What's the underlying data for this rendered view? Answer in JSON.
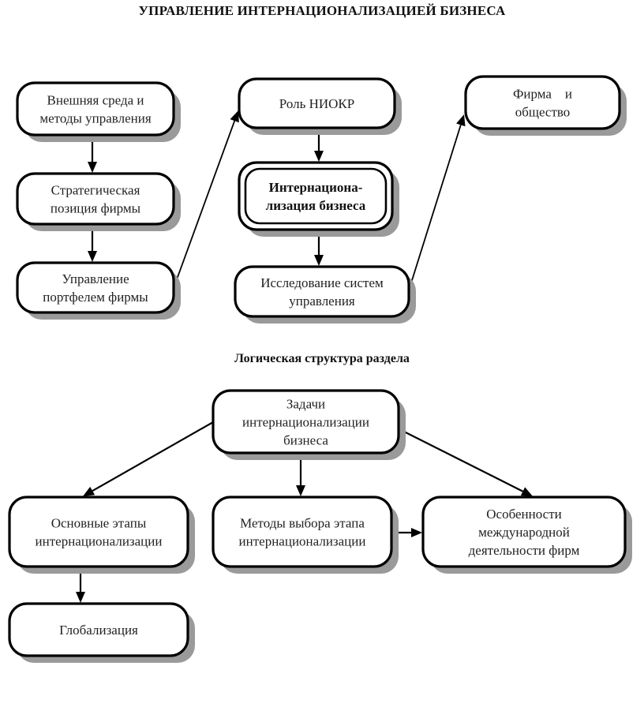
{
  "title": "УПРАВЛЕНИЕ ИНТЕРНАЦИОНАЛИЗАЦИЕЙ БИЗНЕСА",
  "subtitle": "Логическая структура раздела",
  "top_diagram": {
    "nodes": [
      {
        "id": "external-env",
        "lines": [
          "Внешняя среда и",
          "методы управления"
        ]
      },
      {
        "id": "strategic-position",
        "lines": [
          "Стратегическая",
          "позиция фирмы"
        ]
      },
      {
        "id": "portfolio-management",
        "lines": [
          "Управление",
          "портфелем фирмы"
        ]
      },
      {
        "id": "rnd-role",
        "lines": [
          "Роль НИОКР"
        ]
      },
      {
        "id": "internationalization",
        "lines": [
          "Интернациона-",
          "лизация бизнеса"
        ],
        "emphasis": "bold-double-border"
      },
      {
        "id": "management-systems-research",
        "lines": [
          "Исследование систем",
          "управления"
        ]
      },
      {
        "id": "firm-and-society",
        "lines": [
          "Фирма    и",
          "общество"
        ]
      }
    ],
    "edges": [
      {
        "from": "external-env",
        "to": "strategic-position"
      },
      {
        "from": "strategic-position",
        "to": "portfolio-management"
      },
      {
        "from": "portfolio-management",
        "to": "rnd-role"
      },
      {
        "from": "rnd-role",
        "to": "internationalization"
      },
      {
        "from": "internationalization",
        "to": "management-systems-research"
      },
      {
        "from": "management-systems-research",
        "to": "firm-and-society"
      }
    ]
  },
  "bottom_diagram": {
    "nodes": [
      {
        "id": "tasks",
        "lines": [
          "Задачи",
          "интернационализации",
          "бизнеса"
        ]
      },
      {
        "id": "main-stages",
        "lines": [
          "Основные этапы",
          "интернационализации"
        ]
      },
      {
        "id": "stage-selection-methods",
        "lines": [
          "Методы выбора этапа",
          "интернационализации"
        ]
      },
      {
        "id": "international-features",
        "lines": [
          "Особенности",
          "международной",
          "деятельности фирм"
        ]
      },
      {
        "id": "globalization",
        "lines": [
          "Глобализация"
        ]
      }
    ],
    "edges": [
      {
        "from": "tasks",
        "to": "main-stages"
      },
      {
        "from": "tasks",
        "to": "stage-selection-methods"
      },
      {
        "from": "tasks",
        "to": "international-features"
      },
      {
        "from": "main-stages",
        "to": "globalization"
      },
      {
        "from": "stage-selection-methods",
        "to": "international-features"
      }
    ]
  }
}
